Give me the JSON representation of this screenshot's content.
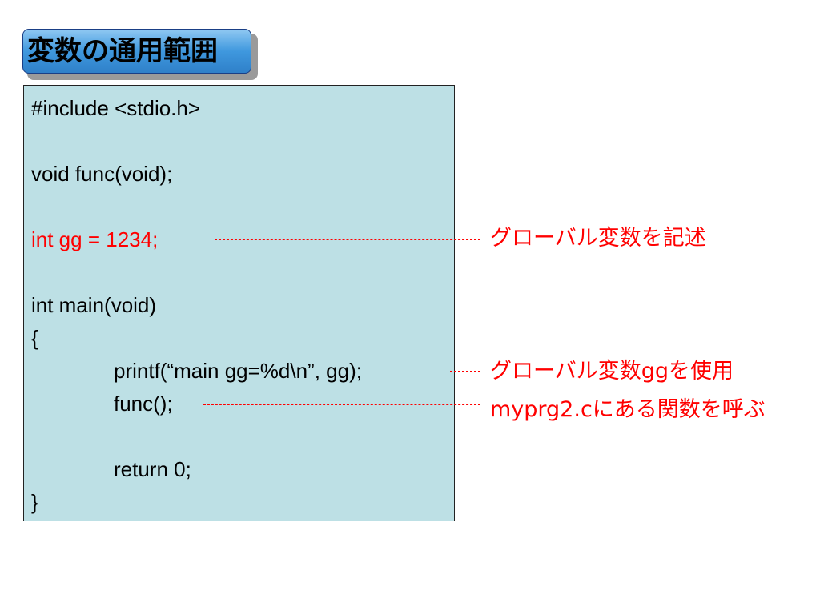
{
  "slide": {
    "title": "変数の通用範囲"
  },
  "code": {
    "lines": [
      "#include <stdio.h>",
      "void func(void);",
      "int gg = 1234;",
      "int main(void)",
      "{",
      "printf(“main gg=%d\\n”, gg);",
      "func();",
      "return 0;",
      "}"
    ]
  },
  "annotations": {
    "global_declare": "グローバル変数を記述",
    "global_use": "グローバル変数ggを使用",
    "call_func": "myprg2.cにある関数を呼ぶ"
  },
  "colors": {
    "highlight": "#ff0000",
    "code_background": "#bde0e5",
    "title_badge": "#3f98de"
  }
}
